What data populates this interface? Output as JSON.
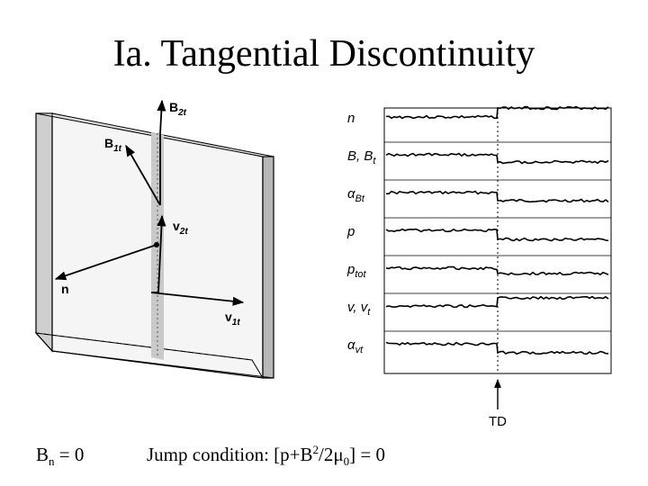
{
  "title": "Ia. Tangential Discontinuity",
  "diagram": {
    "labels": {
      "B2t": {
        "main": "B",
        "sub": "2t"
      },
      "B1t": {
        "main": "B",
        "sub": "1t"
      },
      "v2t": {
        "main": "v",
        "sub": "2t"
      },
      "v1t": {
        "main": "v",
        "sub": "1t"
      },
      "n": "n"
    }
  },
  "profiles": {
    "rows": [
      {
        "main": "n",
        "sub": ""
      },
      {
        "main": "B, B",
        "sub": "t"
      },
      {
        "main": "α",
        "sub": "Bt"
      },
      {
        "main": "p",
        "sub": ""
      },
      {
        "main": "p",
        "sub": "tot"
      },
      {
        "main": "v, v",
        "sub": "t"
      },
      {
        "main": "α",
        "sub": "vt"
      }
    ],
    "marker": "TD"
  },
  "caption": {
    "left": {
      "main": "B",
      "sub": "n",
      "rest": " = 0"
    },
    "right": {
      "prefix": "Jump condition: [p+B",
      "sup1": "2",
      "mid": "/2μ",
      "sub": "0",
      "suffix": "] = 0"
    }
  }
}
